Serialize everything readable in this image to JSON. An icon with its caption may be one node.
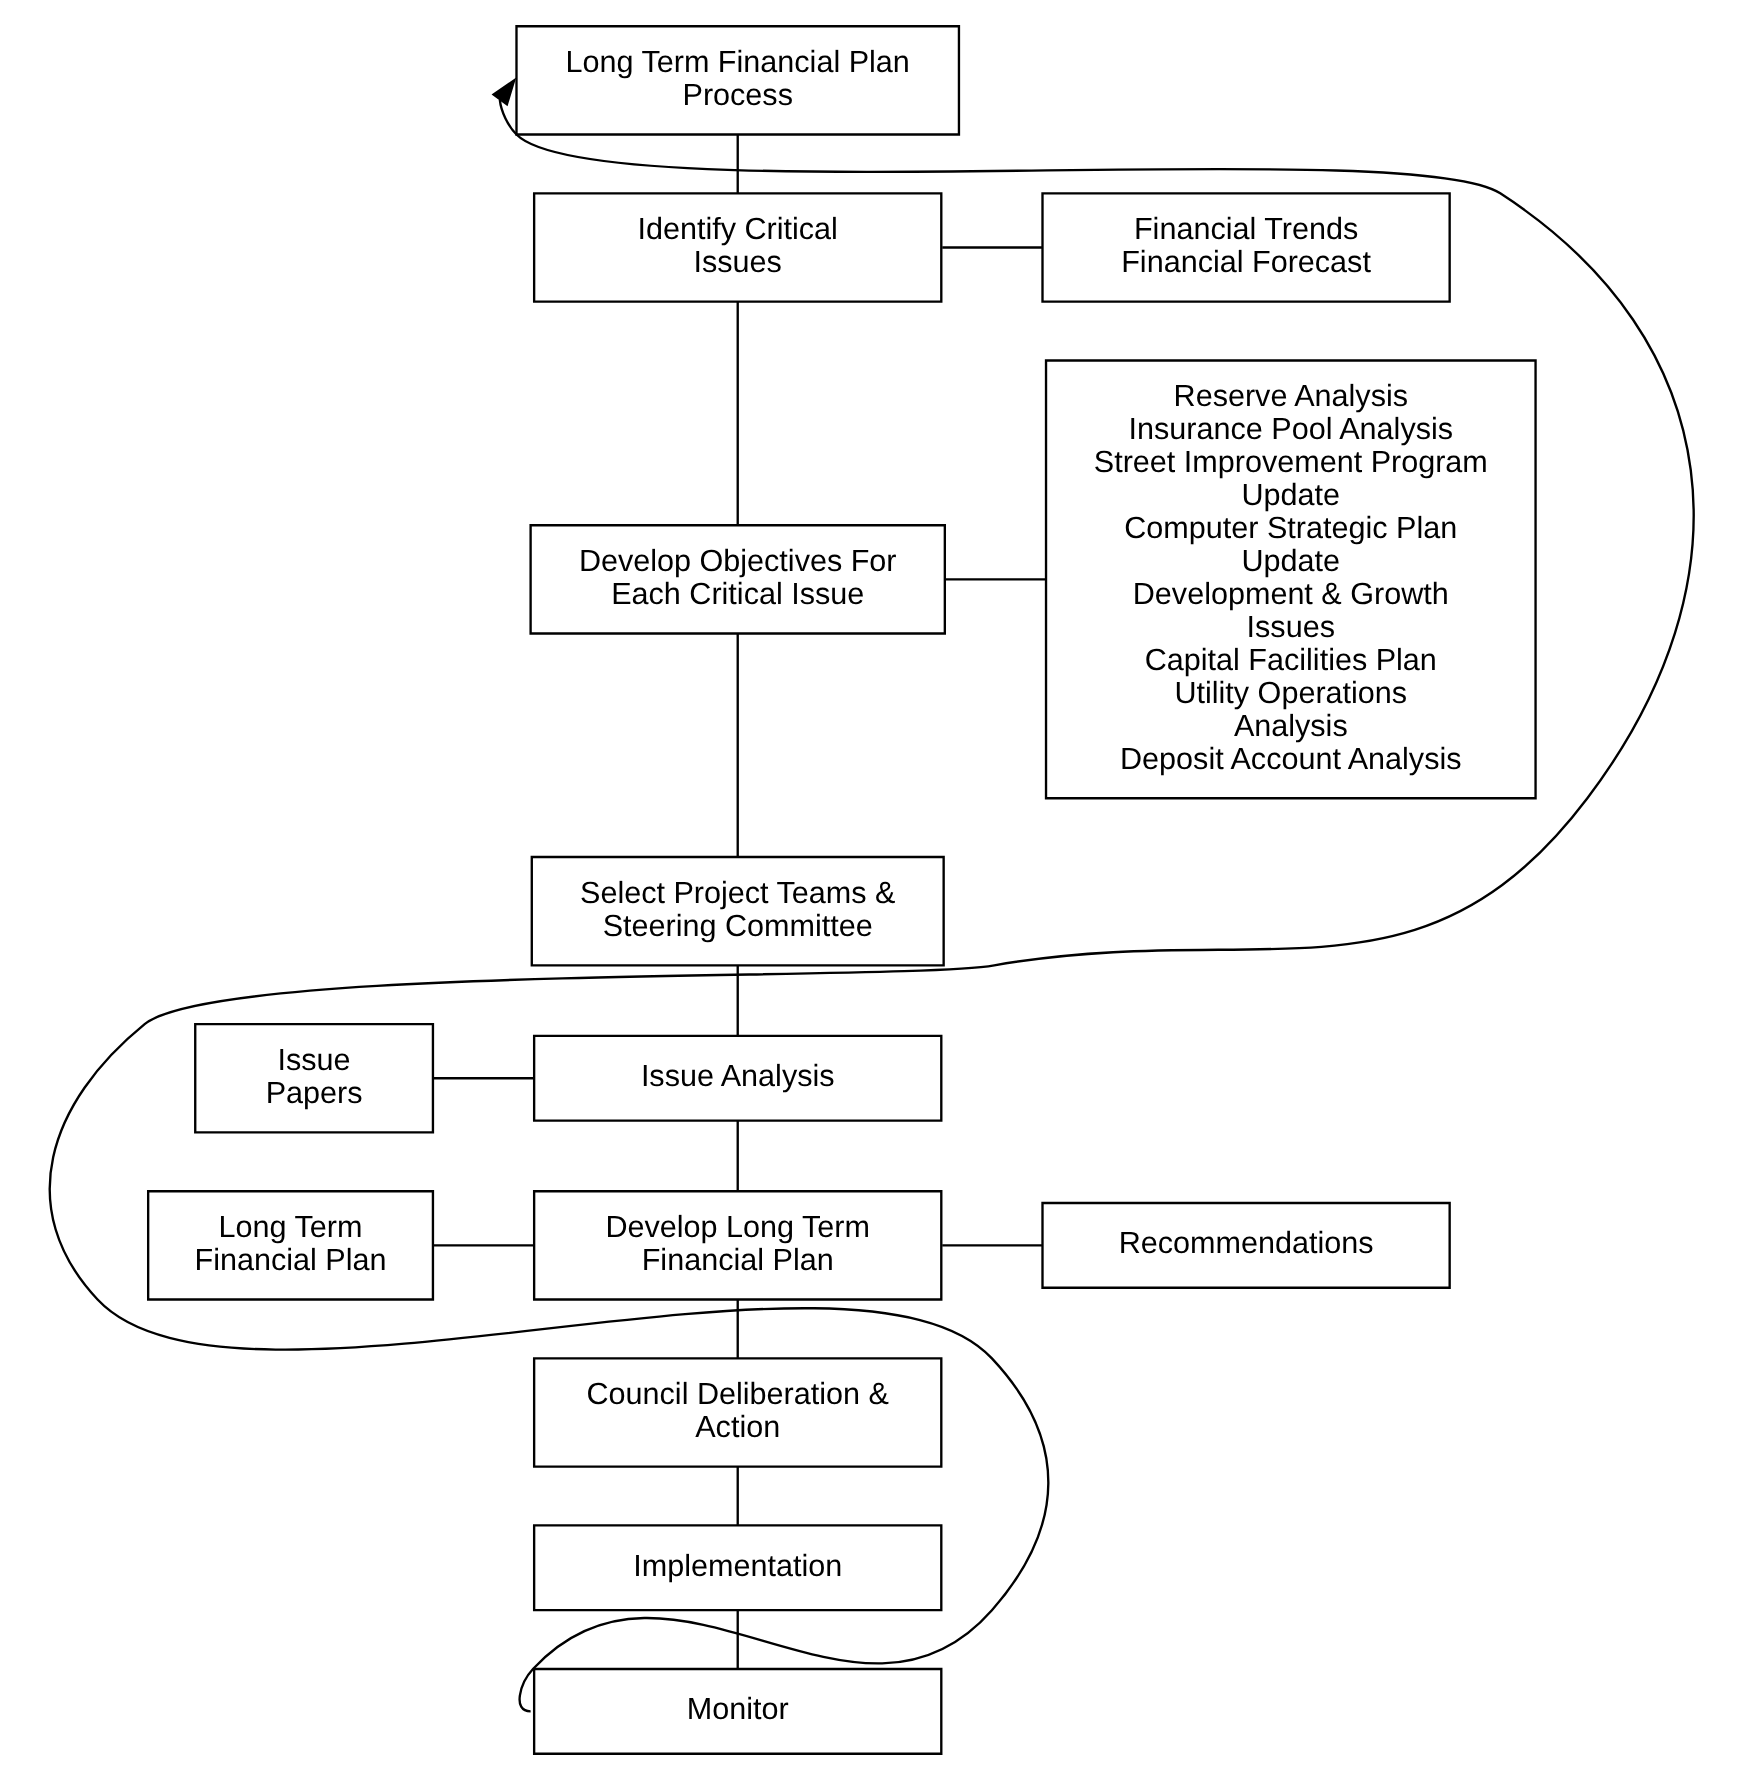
{
  "diagram": {
    "nodes": [
      {
        "text": [
          "Long Term Financial Plan Process"
        ]
      },
      {
        "text": [
          "Identify Critical Issues"
        ]
      },
      {
        "text": [
          "Financial Trends Financial Forecast"
        ]
      },
      {
        "text": [
          "Develop Objectives For Each Critical Issue"
        ]
      },
      {
        "text": [
          "Reserve Analysis",
          "Insurance Pool Analysis",
          "Street Improvement Program Update",
          "Computer Strategic Plan Update",
          "Development & Growth Issues",
          "Capital Facilities Plan",
          "Utility Operations Analysis",
          "Deposit Account Analysis"
        ]
      },
      {
        "text": [
          "Select Project Teams & Steering Committee"
        ]
      },
      {
        "text": [
          "Issue Papers"
        ]
      },
      {
        "text": [
          "Issue Analysis"
        ]
      },
      {
        "text": [
          "Long Term Financial Plan"
        ]
      },
      {
        "text": [
          "Develop Long Term Financial Plan"
        ]
      },
      {
        "text": [
          "Recommendations"
        ]
      },
      {
        "text": [
          "Council Deliberation & Action"
        ]
      },
      {
        "text": [
          "Implementation"
        ]
      },
      {
        "text": [
          "Monitor"
        ]
      }
    ],
    "edges": [
      {
        "from": 0,
        "to": 1,
        "arrow": "none"
      },
      {
        "from": 1,
        "to": 2,
        "arrow": "none"
      },
      {
        "from": 1,
        "to": 3,
        "arrow": "none"
      },
      {
        "from": 3,
        "to": 4,
        "arrow": "none"
      },
      {
        "from": 3,
        "to": 5,
        "arrow": "none"
      },
      {
        "from": 5,
        "to": 7,
        "arrow": "none"
      },
      {
        "from": 6,
        "to": 7,
        "arrow": "none"
      },
      {
        "from": 7,
        "to": 9,
        "arrow": "none"
      },
      {
        "from": 8,
        "to": 9,
        "arrow": "none"
      },
      {
        "from": 9,
        "to": 10,
        "arrow": "none"
      },
      {
        "from": 9,
        "to": 11,
        "arrow": "none"
      },
      {
        "from": 11,
        "to": 12,
        "arrow": "none"
      },
      {
        "from": 12,
        "to": 13,
        "arrow": "none"
      },
      {
        "from": 13,
        "to": 0,
        "arrow": "to"
      }
    ]
  }
}
